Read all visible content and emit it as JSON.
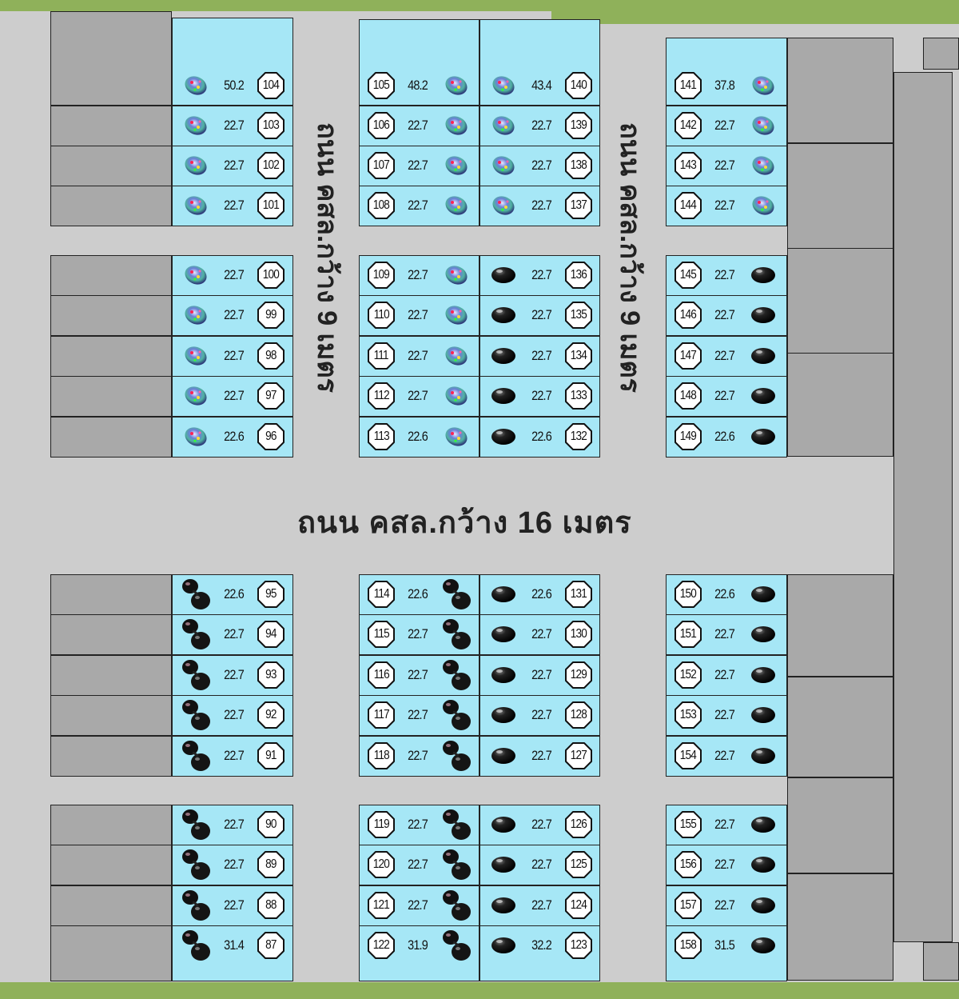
{
  "roads": {
    "main": "ถนน คสล.กว้าง 16 เมตร",
    "side_left": "ถนน คสล.กว้าง 9 เมตร",
    "side_right": "ถนน คสล.กว้าง 9 เมตร"
  },
  "icons": {
    "opal": "opal-gem-icon",
    "cabochon": "black-cabochon-gem-icon",
    "ring": "black-ring-gem-icon"
  },
  "colors": {
    "plot": "#a6e7f6",
    "road": "#cdcdcd",
    "neighbor": "#a9a9a9",
    "grass": "#8fb15a"
  },
  "lots": [
    {
      "num": "104",
      "size": "50.2",
      "icon": "opal"
    },
    {
      "num": "103",
      "size": "22.7",
      "icon": "opal"
    },
    {
      "num": "102",
      "size": "22.7",
      "icon": "opal"
    },
    {
      "num": "101",
      "size": "22.7",
      "icon": "opal"
    },
    {
      "num": "100",
      "size": "22.7",
      "icon": "opal"
    },
    {
      "num": "99",
      "size": "22.7",
      "icon": "opal"
    },
    {
      "num": "98",
      "size": "22.7",
      "icon": "opal"
    },
    {
      "num": "97",
      "size": "22.7",
      "icon": "opal"
    },
    {
      "num": "96",
      "size": "22.6",
      "icon": "opal"
    },
    {
      "num": "105",
      "size": "48.2",
      "icon": "opal"
    },
    {
      "num": "106",
      "size": "22.7",
      "icon": "opal"
    },
    {
      "num": "107",
      "size": "22.7",
      "icon": "opal"
    },
    {
      "num": "108",
      "size": "22.7",
      "icon": "opal"
    },
    {
      "num": "109",
      "size": "22.7",
      "icon": "opal"
    },
    {
      "num": "110",
      "size": "22.7",
      "icon": "opal"
    },
    {
      "num": "111",
      "size": "22.7",
      "icon": "opal"
    },
    {
      "num": "112",
      "size": "22.7",
      "icon": "opal"
    },
    {
      "num": "113",
      "size": "22.6",
      "icon": "opal"
    },
    {
      "num": "140",
      "size": "43.4",
      "icon": "opal"
    },
    {
      "num": "139",
      "size": "22.7",
      "icon": "opal"
    },
    {
      "num": "138",
      "size": "22.7",
      "icon": "opal"
    },
    {
      "num": "137",
      "size": "22.7",
      "icon": "opal"
    },
    {
      "num": "136",
      "size": "22.7",
      "icon": "cabochon"
    },
    {
      "num": "135",
      "size": "22.7",
      "icon": "cabochon"
    },
    {
      "num": "134",
      "size": "22.7",
      "icon": "cabochon"
    },
    {
      "num": "133",
      "size": "22.7",
      "icon": "cabochon"
    },
    {
      "num": "132",
      "size": "22.6",
      "icon": "cabochon"
    },
    {
      "num": "141",
      "size": "37.8",
      "icon": "opal"
    },
    {
      "num": "142",
      "size": "22.7",
      "icon": "opal"
    },
    {
      "num": "143",
      "size": "22.7",
      "icon": "opal"
    },
    {
      "num": "144",
      "size": "22.7",
      "icon": "opal"
    },
    {
      "num": "145",
      "size": "22.7",
      "icon": "cabochon"
    },
    {
      "num": "146",
      "size": "22.7",
      "icon": "cabochon"
    },
    {
      "num": "147",
      "size": "22.7",
      "icon": "cabochon"
    },
    {
      "num": "148",
      "size": "22.7",
      "icon": "cabochon"
    },
    {
      "num": "149",
      "size": "22.6",
      "icon": "cabochon"
    },
    {
      "num": "95",
      "size": "22.6",
      "icon": "ring"
    },
    {
      "num": "94",
      "size": "22.7",
      "icon": "ring"
    },
    {
      "num": "93",
      "size": "22.7",
      "icon": "ring"
    },
    {
      "num": "92",
      "size": "22.7",
      "icon": "ring"
    },
    {
      "num": "91",
      "size": "22.7",
      "icon": "ring"
    },
    {
      "num": "90",
      "size": "22.7",
      "icon": "ring"
    },
    {
      "num": "89",
      "size": "22.7",
      "icon": "ring"
    },
    {
      "num": "88",
      "size": "22.7",
      "icon": "ring"
    },
    {
      "num": "87",
      "size": "31.4",
      "icon": "ring"
    },
    {
      "num": "114",
      "size": "22.6",
      "icon": "ring"
    },
    {
      "num": "115",
      "size": "22.7",
      "icon": "ring"
    },
    {
      "num": "116",
      "size": "22.7",
      "icon": "ring"
    },
    {
      "num": "117",
      "size": "22.7",
      "icon": "ring"
    },
    {
      "num": "118",
      "size": "22.7",
      "icon": "ring"
    },
    {
      "num": "119",
      "size": "22.7",
      "icon": "ring"
    },
    {
      "num": "120",
      "size": "22.7",
      "icon": "ring"
    },
    {
      "num": "121",
      "size": "22.7",
      "icon": "ring"
    },
    {
      "num": "122",
      "size": "31.9",
      "icon": "ring"
    },
    {
      "num": "131",
      "size": "22.6",
      "icon": "cabochon"
    },
    {
      "num": "130",
      "size": "22.7",
      "icon": "cabochon"
    },
    {
      "num": "129",
      "size": "22.7",
      "icon": "cabochon"
    },
    {
      "num": "128",
      "size": "22.7",
      "icon": "cabochon"
    },
    {
      "num": "127",
      "size": "22.7",
      "icon": "cabochon"
    },
    {
      "num": "126",
      "size": "22.7",
      "icon": "cabochon"
    },
    {
      "num": "125",
      "size": "22.7",
      "icon": "cabochon"
    },
    {
      "num": "124",
      "size": "22.7",
      "icon": "cabochon"
    },
    {
      "num": "123",
      "size": "32.2",
      "icon": "cabochon"
    },
    {
      "num": "150",
      "size": "22.6",
      "icon": "cabochon"
    },
    {
      "num": "151",
      "size": "22.7",
      "icon": "cabochon"
    },
    {
      "num": "152",
      "size": "22.7",
      "icon": "cabochon"
    },
    {
      "num": "153",
      "size": "22.7",
      "icon": "cabochon"
    },
    {
      "num": "154",
      "size": "22.7",
      "icon": "cabochon"
    },
    {
      "num": "155",
      "size": "22.7",
      "icon": "cabochon"
    },
    {
      "num": "156",
      "size": "22.7",
      "icon": "cabochon"
    },
    {
      "num": "157",
      "size": "22.7",
      "icon": "cabochon"
    },
    {
      "num": "158",
      "size": "31.5",
      "icon": "cabochon"
    }
  ]
}
